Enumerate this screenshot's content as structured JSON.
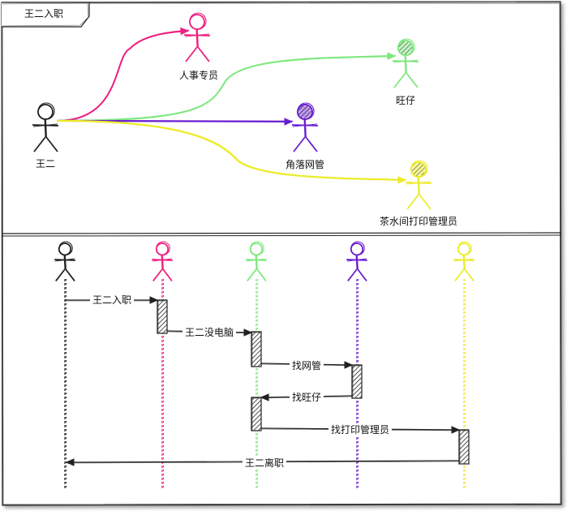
{
  "frame": {
    "title": "王二入职"
  },
  "colors": {
    "wanger": "#222222",
    "hr": "#ee1f7f",
    "wangzai": "#7ee87e",
    "netadmin": "#6a1fd0",
    "printer": "#ecec2a",
    "activation": "#333333"
  },
  "actors": [
    {
      "id": "wanger",
      "label": "王二",
      "color": "wanger",
      "hatched": false
    },
    {
      "id": "hr",
      "label": "人事专员",
      "color": "hr",
      "hatched": false
    },
    {
      "id": "wangzai",
      "label": "旺仔",
      "color": "wangzai",
      "hatched": true
    },
    {
      "id": "netadmin",
      "label": "角落网管",
      "color": "netadmin",
      "hatched": true
    },
    {
      "id": "printer",
      "label": "茶水间打印管理员",
      "color": "printer",
      "hatched": true
    }
  ],
  "links": [
    {
      "from": "wanger",
      "to": "hr",
      "color": "hr"
    },
    {
      "from": "wanger",
      "to": "wangzai",
      "color": "wangzai"
    },
    {
      "from": "wanger",
      "to": "netadmin",
      "color": "netadmin"
    },
    {
      "from": "wanger",
      "to": "printer",
      "color": "printer"
    }
  ],
  "lifelines": [
    "wanger",
    "hr",
    "wangzai",
    "netadmin",
    "printer"
  ],
  "messages": [
    {
      "from": "wanger",
      "to": "hr",
      "label": "王二入职"
    },
    {
      "from": "hr",
      "to": "wangzai",
      "label": "王二没电脑"
    },
    {
      "from": "wangzai",
      "to": "netadmin",
      "label": "找网管"
    },
    {
      "from": "netadmin",
      "to": "wangzai",
      "label": "找旺仔"
    },
    {
      "from": "wangzai",
      "to": "printer",
      "label": "找打印管理员"
    },
    {
      "from": "printer",
      "to": "wanger",
      "label": "王二离职"
    }
  ]
}
